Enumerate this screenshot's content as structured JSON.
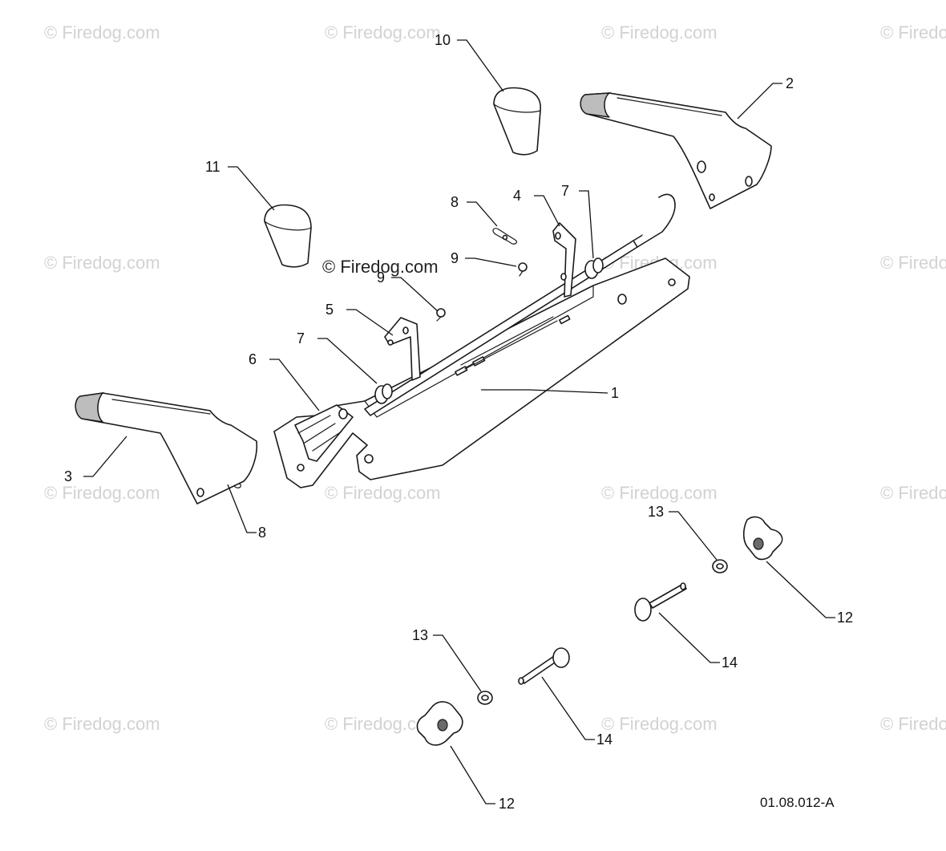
{
  "watermark": "© Firedog.com",
  "diagram_code": "01.08.012-A",
  "callouts": [
    {
      "label": "1"
    },
    {
      "label": "2"
    },
    {
      "label": "3"
    },
    {
      "label": "4"
    },
    {
      "label": "5"
    },
    {
      "label": "6"
    },
    {
      "label": "7"
    },
    {
      "label": "7"
    },
    {
      "label": "8"
    },
    {
      "label": "8"
    },
    {
      "label": "9"
    },
    {
      "label": "9"
    },
    {
      "label": "10"
    },
    {
      "label": "11"
    },
    {
      "label": "12"
    },
    {
      "label": "12"
    },
    {
      "label": "13"
    },
    {
      "label": "13"
    },
    {
      "label": "14"
    },
    {
      "label": "14"
    }
  ]
}
